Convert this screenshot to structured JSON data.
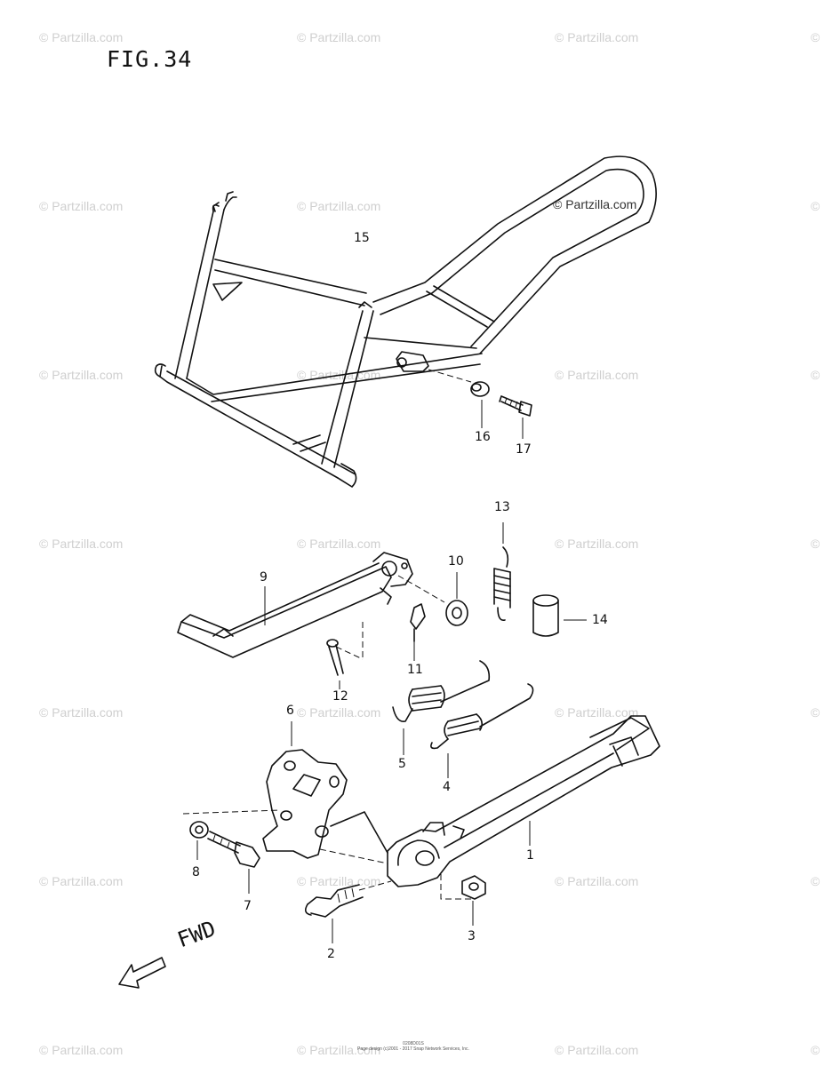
{
  "figure": {
    "title": "FIG.34"
  },
  "watermark": {
    "text": "© Partzilla.com",
    "edge_mark": "©"
  },
  "callouts": [
    "1",
    "2",
    "3",
    "4",
    "5",
    "6",
    "7",
    "8",
    "9",
    "10",
    "11",
    "12",
    "13",
    "14",
    "15",
    "16",
    "17"
  ],
  "direction": {
    "label": "FWD"
  },
  "footer": {
    "code": "0208D01S",
    "credit": "Page design (c)2001 - 2017 Snap Network Services, Inc."
  }
}
